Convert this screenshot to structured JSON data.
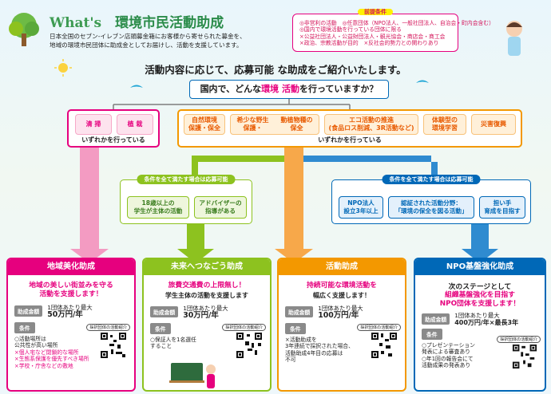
{
  "header": {
    "title_en": "What's",
    "title_jp": "環境市民活動助成",
    "desc": [
      "日本全国のセブン‐イレブン店頭募金箱にお客様から寄せられた募金を、",
      "地域の環境市民団体に助成金としてお届けし、活動を支援しています。"
    ]
  },
  "preconditions": {
    "title": "前提条件",
    "items": [
      "◎非営利の活動　◎任意団体（NPO法人、一般社団法人、自治会・町内会含む）",
      "◎国内で環境活動を行っている団体に限る",
      "×公益社団法人・公益財団法人・観光協会・商店会・商工会",
      "×政治、宗教活動が目的　×反社会的勢力との関わりあり"
    ]
  },
  "main_question": "活動内容に応じて、応募可能 な助成をご紹介いたします。",
  "sub_question": {
    "pre": "国内で、どんな",
    "hl1": "環境",
    "mid": " ",
    "hl2": "活動",
    "post": "を行っていますか？"
  },
  "activities_pink": {
    "items": [
      "清 掃",
      "植 栽"
    ],
    "footer": "いずれかを行っている"
  },
  "activities_orange": {
    "items": [
      "自然環境\n保護・保全",
      "希少な野生\n保護・",
      "動植物種の\n保全",
      "エコ活動の推進\n(食品ロス削減、3R活動など)",
      "体験型の\n環境学習",
      "災害復興"
    ],
    "footer": "いずれかを行っている"
  },
  "cond_green": {
    "head": "条件を全て満たす場合は応募可能",
    "items": [
      "18歳以上の\n学生が主体の活動",
      "アドバイザーの\n指導がある"
    ]
  },
  "cond_blue": {
    "head": "条件を全て満たす場合は応募可能",
    "items": [
      "NPO法人\n設立3年以上",
      "認証された活動分野：\n「環境の保全を図る活動」",
      "担い手\n育成を目指す"
    ]
  },
  "cards": [
    {
      "head": "地域美化助成",
      "color": "#e6007e",
      "lead": "地域の美しい街並みを守る",
      "lead2": "活動を支援します！",
      "amt_label": "助成金額",
      "amt_line": "1団体あたり最大",
      "amt_value": "50万円/年",
      "cond_label": "条件",
      "qr_label": "採択団体の活動紹介",
      "conds": [
        "○活動場所は\n公共性が高い場所",
        "×個人宅など閉鎖的な場所",
        "×生態系保護を優先すべき場所",
        "×学校・庁舎などの敷地"
      ]
    },
    {
      "head": "未来へつなごう助成",
      "color": "#8dc21f",
      "lead": "旅費交通費の上限無し！",
      "lead2": "学生主体の活動を支援します",
      "amt_label": "助成金額",
      "amt_line": "1団体あたり最大",
      "amt_value": "30万円/年",
      "cond_label": "条件",
      "qr_label": "採択団体の活動紹介",
      "conds": [
        "○保証人を1名選任\nすること"
      ]
    },
    {
      "head": "活動助成",
      "color": "#f39800",
      "lead": "持続可能な環境活動を",
      "lead2": "幅広く支援します！",
      "amt_label": "助成金額",
      "amt_line": "1団体あたり最大",
      "amt_value": "100万円/年",
      "cond_label": "条件",
      "qr_label": "採択団体の活動紹介",
      "conds": [
        "×活動助成を\n3年連続で採択された場合、\n活動助成4年目の応募は\n不可"
      ]
    },
    {
      "head": "NPO基盤強化助成",
      "color": "#0068b7",
      "lead": "次のステージとして",
      "lead2": "組織基盤強化を目指す\nNPO団体を支援します！",
      "amt_label": "助成金額",
      "amt_line": "1団体あたり最大",
      "amt_value": "400万円/年×最長3年",
      "cond_label": "条件",
      "qr_label": "採択団体の活動紹介",
      "conds": [
        "○プレゼンテーション\n発表による審査あり",
        "○年1回の報告会にて\n活動成果の発表あり"
      ]
    }
  ]
}
